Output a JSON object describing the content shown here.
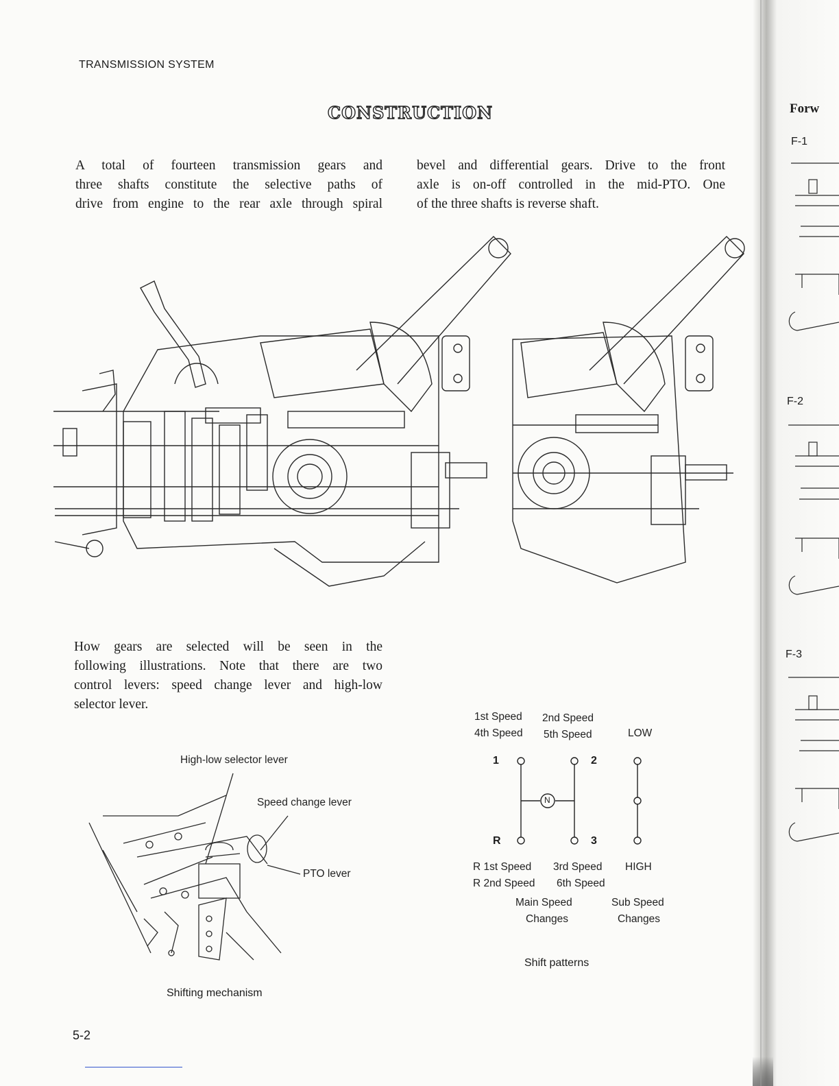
{
  "header": "TRANSMISSION SYSTEM",
  "title": "CONSTRUCTION",
  "paragraph1": [
    "A total of fourteen transmission gears and",
    "three shafts constitute the selective paths of",
    "drive from engine to the rear axle through spiral"
  ],
  "paragraph2": [
    "bevel and differential gears. Drive to the front",
    "axle is on-off controlled in the mid-PTO. One",
    "of the three shafts is reverse shaft."
  ],
  "paragraph3": [
    "How gears are selected will be seen in the",
    "following illustrations. Note that there are two",
    "control levers: speed change lever and high-low",
    "selector lever."
  ],
  "shifting": {
    "label_highlow": "High-low selector lever",
    "label_speed": "Speed change lever",
    "label_pto": "PTO lever",
    "caption": "Shifting mechanism"
  },
  "shift_pattern": {
    "top_left_1": "1st Speed",
    "top_left_2": "2nd Speed",
    "top_row2_1": "4th Speed",
    "top_row2_2": "5th Speed",
    "low": "LOW",
    "pos1": "1",
    "pos2": "2",
    "posR": "R",
    "pos3": "3",
    "neutral": "N",
    "bot_row1_1": "R 1st Speed",
    "bot_row1_2": "3rd Speed",
    "high": "HIGH",
    "bot_row2_1": "R 2nd Speed",
    "bot_row2_2": "6th Speed",
    "main_1": "Main Speed",
    "main_2": "Changes",
    "sub_1": "Sub Speed",
    "sub_2": "Changes",
    "caption": "Shift patterns"
  },
  "page_number": "5-2",
  "next_page": {
    "heading": "Forw",
    "f1": "F-1",
    "f2": "F-2",
    "f3": "F-3"
  }
}
